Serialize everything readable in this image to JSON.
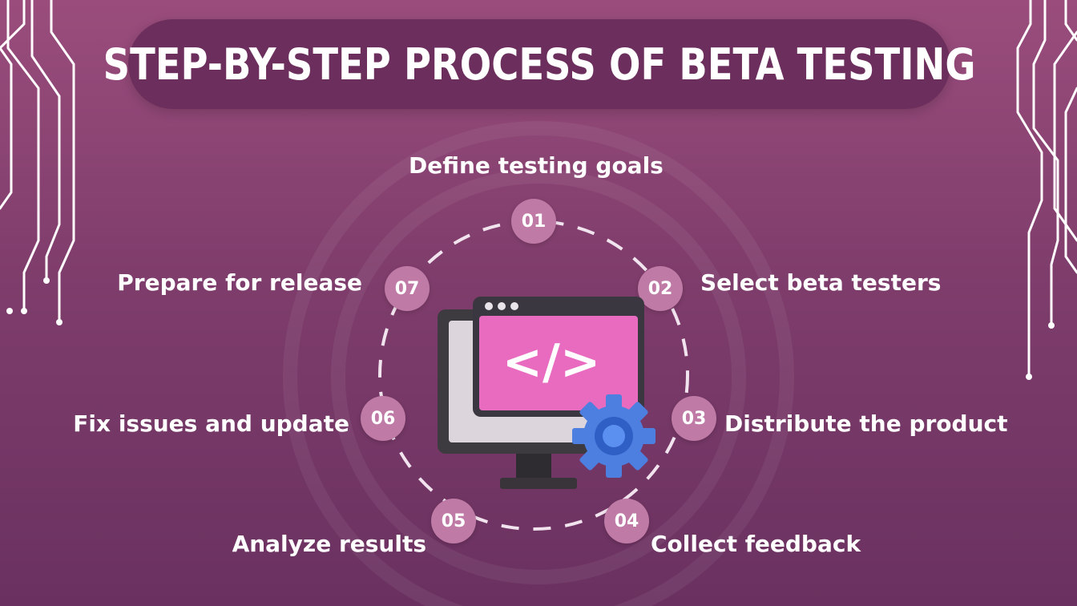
{
  "title": "STEP-BY-STEP PROCESS OF BETA TESTING",
  "colors": {
    "background_top": "#9a4d7c",
    "background_bottom": "#6a3160",
    "title_bar": "#6c2e5c",
    "badge": "#bf7aa6",
    "code_window": "#e86bbf",
    "gear": "#4d7fe0"
  },
  "steps": [
    {
      "number": "01",
      "label": "Define testing goals"
    },
    {
      "number": "02",
      "label": "Select beta testers"
    },
    {
      "number": "03",
      "label": "Distribute the product"
    },
    {
      "number": "04",
      "label": "Collect feedback"
    },
    {
      "number": "05",
      "label": "Analyze results"
    },
    {
      "number": "06",
      "label": "Fix issues and update"
    },
    {
      "number": "07",
      "label": "Prepare for release"
    }
  ],
  "center_illustration": {
    "icon": "computer-code-icon",
    "code_symbol": "</>",
    "gear_icon": "gear-icon"
  }
}
